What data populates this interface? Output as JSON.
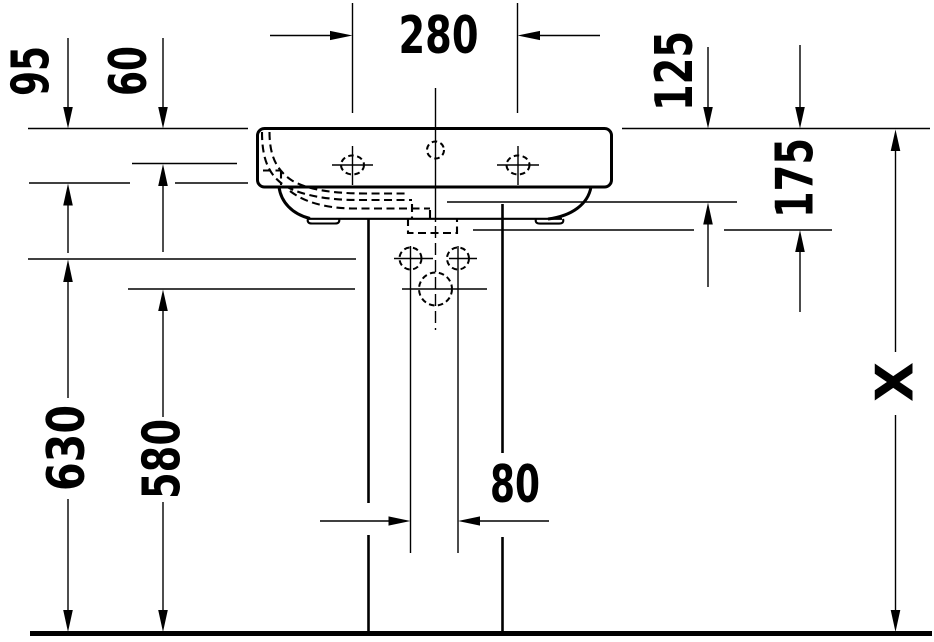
{
  "colors": {
    "ink": "#000000",
    "paper": "#ffffff"
  },
  "labels": {
    "tap_hole_spacing": "280",
    "rim_to_ledge": "95",
    "rim_to_overflow": "60",
    "rim_to_bowl_bottom": "125",
    "rim_to_outlet_shelf": "175",
    "floor_to_fixing_holes": "630",
    "floor_to_siphon_outlet": "580",
    "drain_cutout_width": "80",
    "variable_height": "X"
  }
}
